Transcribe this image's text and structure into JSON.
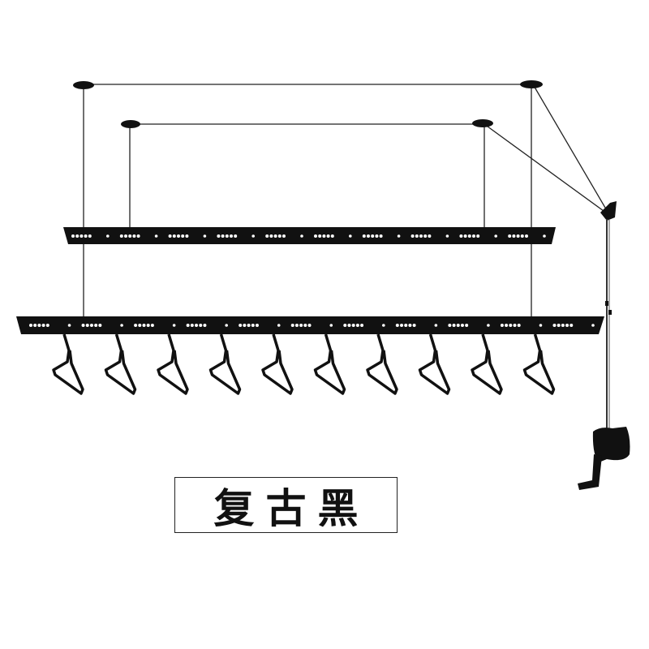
{
  "product": {
    "color_label": "复古黑",
    "rack_color": "#111111",
    "upper_bar_holes": 10,
    "hanger_count": 10
  }
}
